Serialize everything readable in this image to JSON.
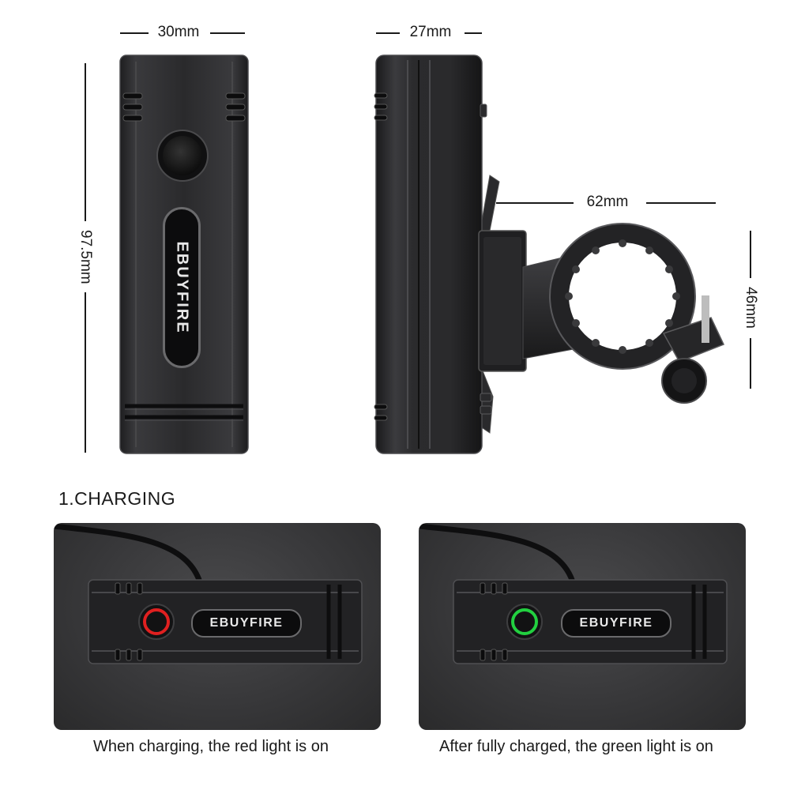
{
  "dimensions": {
    "front_width": "30mm",
    "front_height": "97.5mm",
    "side_width": "27mm",
    "mount_length": "62mm",
    "mount_height": "46mm"
  },
  "brand": "EBUYFIRE",
  "section": {
    "title": "1.CHARGING"
  },
  "panels": [
    {
      "indicator_color": "#e02020",
      "caption": "When charging, the red light is on"
    },
    {
      "indicator_color": "#22d040",
      "caption": "After fully charged, the green light is on"
    }
  ]
}
